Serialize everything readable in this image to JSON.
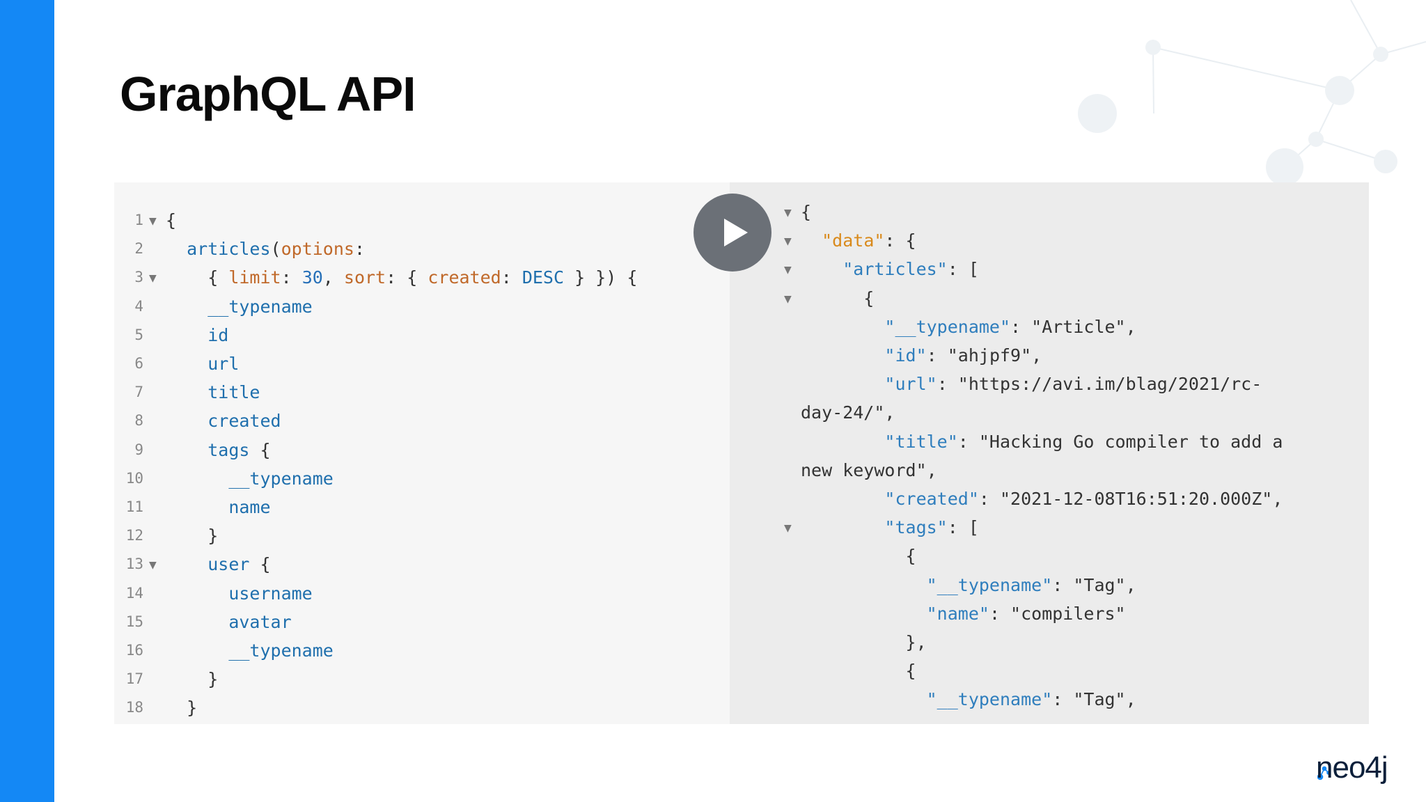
{
  "slide": {
    "title": "GraphQL API",
    "brand": "neo4j"
  },
  "colors": {
    "accent_bar": "#1488f5",
    "query_bg": "#f6f6f6",
    "result_bg": "#ececec",
    "play_button": "#6b7077"
  },
  "play_button": {
    "icon": "play-icon"
  },
  "query": {
    "lines": [
      {
        "n": "1",
        "fold": true,
        "tokens": [
          {
            "t": "{",
            "c": "str"
          }
        ]
      },
      {
        "n": "2",
        "fold": false,
        "tokens": [
          {
            "t": "  ",
            "c": "str"
          },
          {
            "t": "articles",
            "c": "kw"
          },
          {
            "t": "(",
            "c": "str"
          },
          {
            "t": "options",
            "c": "arg"
          },
          {
            "t": ":",
            "c": "str"
          }
        ]
      },
      {
        "n": "3",
        "fold": true,
        "tokens": [
          {
            "t": "    { ",
            "c": "str"
          },
          {
            "t": "limit",
            "c": "arg"
          },
          {
            "t": ": ",
            "c": "str"
          },
          {
            "t": "30",
            "c": "num"
          },
          {
            "t": ", ",
            "c": "str"
          },
          {
            "t": "sort",
            "c": "arg"
          },
          {
            "t": ": { ",
            "c": "str"
          },
          {
            "t": "created",
            "c": "arg"
          },
          {
            "t": ": ",
            "c": "str"
          },
          {
            "t": "DESC",
            "c": "enum"
          },
          {
            "t": " } }) {",
            "c": "str"
          }
        ]
      },
      {
        "n": "4",
        "fold": false,
        "tokens": [
          {
            "t": "    ",
            "c": "str"
          },
          {
            "t": "__typename",
            "c": "kw"
          }
        ]
      },
      {
        "n": "5",
        "fold": false,
        "tokens": [
          {
            "t": "    ",
            "c": "str"
          },
          {
            "t": "id",
            "c": "kw"
          }
        ]
      },
      {
        "n": "6",
        "fold": false,
        "tokens": [
          {
            "t": "    ",
            "c": "str"
          },
          {
            "t": "url",
            "c": "kw"
          }
        ]
      },
      {
        "n": "7",
        "fold": false,
        "tokens": [
          {
            "t": "    ",
            "c": "str"
          },
          {
            "t": "title",
            "c": "kw"
          }
        ]
      },
      {
        "n": "8",
        "fold": false,
        "tokens": [
          {
            "t": "    ",
            "c": "str"
          },
          {
            "t": "created",
            "c": "kw"
          }
        ]
      },
      {
        "n": "9",
        "fold": false,
        "tokens": [
          {
            "t": "    ",
            "c": "str"
          },
          {
            "t": "tags",
            "c": "kw"
          },
          {
            "t": " {",
            "c": "str"
          }
        ]
      },
      {
        "n": "10",
        "fold": false,
        "tokens": [
          {
            "t": "      ",
            "c": "str"
          },
          {
            "t": "__typename",
            "c": "kw"
          }
        ]
      },
      {
        "n": "11",
        "fold": false,
        "tokens": [
          {
            "t": "      ",
            "c": "str"
          },
          {
            "t": "name",
            "c": "kw"
          }
        ]
      },
      {
        "n": "12",
        "fold": false,
        "tokens": [
          {
            "t": "    }",
            "c": "str"
          }
        ]
      },
      {
        "n": "13",
        "fold": true,
        "tokens": [
          {
            "t": "    ",
            "c": "str"
          },
          {
            "t": "user",
            "c": "kw"
          },
          {
            "t": " {",
            "c": "str"
          }
        ]
      },
      {
        "n": "14",
        "fold": false,
        "tokens": [
          {
            "t": "      ",
            "c": "str"
          },
          {
            "t": "username",
            "c": "kw"
          }
        ]
      },
      {
        "n": "15",
        "fold": false,
        "tokens": [
          {
            "t": "      ",
            "c": "str"
          },
          {
            "t": "avatar",
            "c": "kw"
          }
        ]
      },
      {
        "n": "16",
        "fold": false,
        "tokens": [
          {
            "t": "      ",
            "c": "str"
          },
          {
            "t": "__typename",
            "c": "kw"
          }
        ]
      },
      {
        "n": "17",
        "fold": false,
        "tokens": [
          {
            "t": "    }",
            "c": "str"
          }
        ]
      },
      {
        "n": "18",
        "fold": false,
        "tokens": [
          {
            "t": "  }",
            "c": "str"
          }
        ]
      }
    ]
  },
  "result": {
    "lines": [
      {
        "fold": true,
        "tokens": [
          {
            "t": "{",
            "c": "str"
          }
        ]
      },
      {
        "fold": true,
        "tokens": [
          {
            "t": "  ",
            "c": "str"
          },
          {
            "t": "\"data\"",
            "c": "key-orange"
          },
          {
            "t": ": {",
            "c": "str"
          }
        ]
      },
      {
        "fold": true,
        "tokens": [
          {
            "t": "    ",
            "c": "str"
          },
          {
            "t": "\"articles\"",
            "c": "key"
          },
          {
            "t": ": [",
            "c": "str"
          }
        ]
      },
      {
        "fold": true,
        "tokens": [
          {
            "t": "      {",
            "c": "str"
          }
        ]
      },
      {
        "fold": false,
        "tokens": [
          {
            "t": "        ",
            "c": "str"
          },
          {
            "t": "\"__typename\"",
            "c": "key"
          },
          {
            "t": ": \"Article\",",
            "c": "str"
          }
        ]
      },
      {
        "fold": false,
        "tokens": [
          {
            "t": "        ",
            "c": "str"
          },
          {
            "t": "\"id\"",
            "c": "key"
          },
          {
            "t": ": \"ahjpf9\",",
            "c": "str"
          }
        ]
      },
      {
        "fold": false,
        "tokens": [
          {
            "t": "        ",
            "c": "str"
          },
          {
            "t": "\"url\"",
            "c": "key"
          },
          {
            "t": ": \"https://avi.im/blag/2021/rc-",
            "c": "str"
          }
        ]
      },
      {
        "fold": false,
        "tokens": [
          {
            "t": "day-24/\",",
            "c": "str"
          }
        ]
      },
      {
        "fold": false,
        "tokens": [
          {
            "t": "        ",
            "c": "str"
          },
          {
            "t": "\"title\"",
            "c": "key"
          },
          {
            "t": ": \"Hacking Go compiler to add a",
            "c": "str"
          }
        ]
      },
      {
        "fold": false,
        "tokens": [
          {
            "t": "new keyword\",",
            "c": "str"
          }
        ]
      },
      {
        "fold": false,
        "tokens": [
          {
            "t": "        ",
            "c": "str"
          },
          {
            "t": "\"created\"",
            "c": "key"
          },
          {
            "t": ": \"2021-12-08T16:51:20.000Z\",",
            "c": "str"
          }
        ]
      },
      {
        "fold": true,
        "tokens": [
          {
            "t": "        ",
            "c": "str"
          },
          {
            "t": "\"tags\"",
            "c": "key"
          },
          {
            "t": ": [",
            "c": "str"
          }
        ]
      },
      {
        "fold": false,
        "tokens": [
          {
            "t": "          {",
            "c": "str"
          }
        ]
      },
      {
        "fold": false,
        "tokens": [
          {
            "t": "            ",
            "c": "str"
          },
          {
            "t": "\"__typename\"",
            "c": "key"
          },
          {
            "t": ": \"Tag\",",
            "c": "str"
          }
        ]
      },
      {
        "fold": false,
        "tokens": [
          {
            "t": "            ",
            "c": "str"
          },
          {
            "t": "\"name\"",
            "c": "key"
          },
          {
            "t": ": \"compilers\"",
            "c": "str"
          }
        ]
      },
      {
        "fold": false,
        "tokens": [
          {
            "t": "          },",
            "c": "str"
          }
        ]
      },
      {
        "fold": false,
        "tokens": [
          {
            "t": "          {",
            "c": "str"
          }
        ]
      },
      {
        "fold": false,
        "tokens": [
          {
            "t": "            ",
            "c": "str"
          },
          {
            "t": "\"__typename\"",
            "c": "key"
          },
          {
            "t": ": \"Tag\",",
            "c": "str"
          }
        ]
      }
    ]
  }
}
